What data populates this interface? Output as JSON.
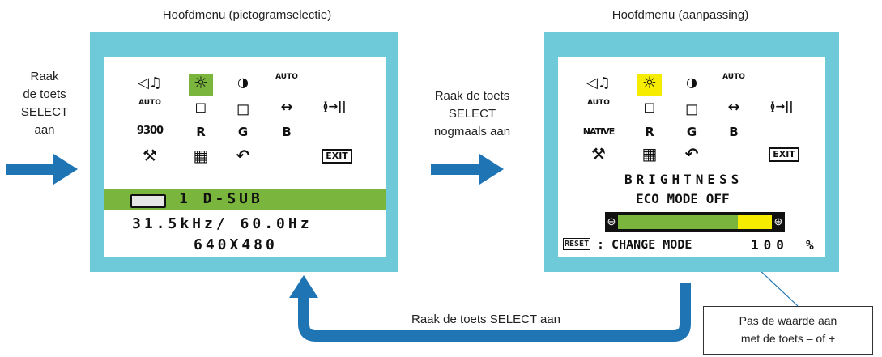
{
  "left_caption": {
    "lines": [
      "Raak",
      "de toets",
      "SELECT",
      "aan"
    ]
  },
  "middle_caption": {
    "lines": [
      "Raak de toets",
      "SELECT",
      "nogmaals aan"
    ]
  },
  "bottom_caption": "Raak de toets SELECT aan",
  "callout": {
    "lines": [
      "Pas de waarde aan",
      "met de toets – of +"
    ]
  },
  "screen1": {
    "title": "Hoofdmenu (pictogramselectie)",
    "icons": {
      "volume": "◁♫",
      "brightness": "☼",
      "contrast": "◑",
      "auto_contrast": "AUTO",
      "auto_adjust": "AUTO",
      "left_right": "◻",
      "down_up": "◻",
      "h_size": "↔",
      "fine": "≬→||",
      "color_temp": "9300",
      "r": "R",
      "g": "G",
      "b": "B",
      "tools": "⚒",
      "keyboard": "▦",
      "undo": "↶",
      "exit": "EXIT"
    },
    "input_label": "1  D-SUB",
    "frequency": "31.5kHz/ 60.0Hz",
    "resolution": "640X480",
    "highlight_color": "#7ab53d"
  },
  "screen2": {
    "title": "Hoofdmenu (aanpassing)",
    "icons": {
      "volume": "◁♫",
      "brightness": "☼",
      "contrast": "◑",
      "auto_contrast": "AUTO",
      "auto_adjust": "AUTO",
      "left_right": "◻",
      "down_up": "◻",
      "h_size": "↔",
      "fine": "≬→||",
      "color_temp": "NATIVE",
      "r": "R",
      "g": "G",
      "b": "B",
      "tools": "⚒",
      "keyboard": "▦",
      "undo": "↶",
      "exit": "EXIT"
    },
    "setting_name": "BRIGHTNESS",
    "eco_mode": "ECO MODE OFF",
    "minus": "⊖",
    "plus": "⊕",
    "brightness_level": 0.78,
    "reset_label": "RESET",
    "change_mode": ": CHANGE MODE",
    "value": "100",
    "unit": "%",
    "highlight_color": "#f5ec00",
    "bar_fill_color": "#7ab53d",
    "bar_remain_color": "#f5ec00"
  },
  "colors": {
    "frame": "#6ec9d9",
    "arrow": "#1f74b3"
  }
}
